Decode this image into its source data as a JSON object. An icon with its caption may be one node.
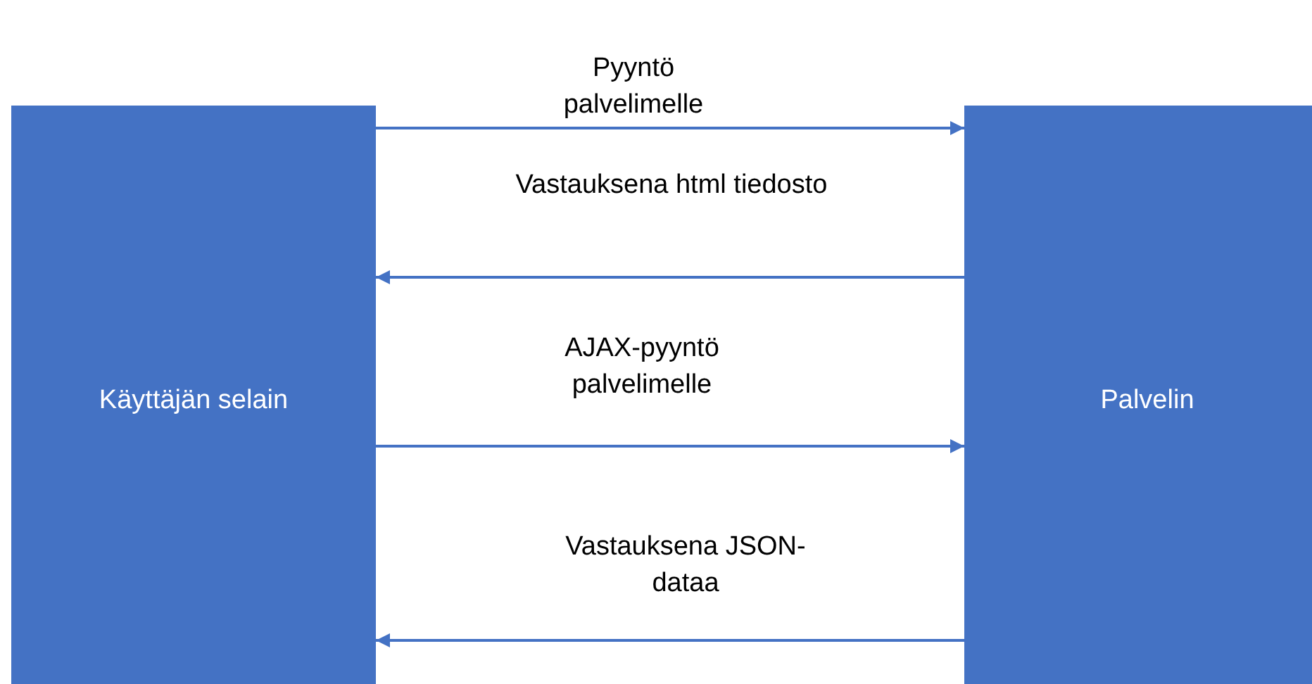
{
  "diagram": {
    "nodes": [
      {
        "text": [
          "Käyttäjän selain"
        ]
      },
      {
        "text": [
          "Palvelin"
        ]
      }
    ],
    "edges": [
      {
        "from": 0,
        "to": 1,
        "arrow": "to",
        "label": "Pyyntö palvelimelle"
      },
      {
        "from": 1,
        "to": 0,
        "arrow": "to",
        "label": "Vastauksena html tiedosto"
      },
      {
        "from": 0,
        "to": 1,
        "arrow": "to",
        "label": "AJAX-pyyntö palvelimelle"
      },
      {
        "from": 1,
        "to": 0,
        "arrow": "to",
        "label": "Vastauksena JSON-dataa"
      }
    ]
  }
}
